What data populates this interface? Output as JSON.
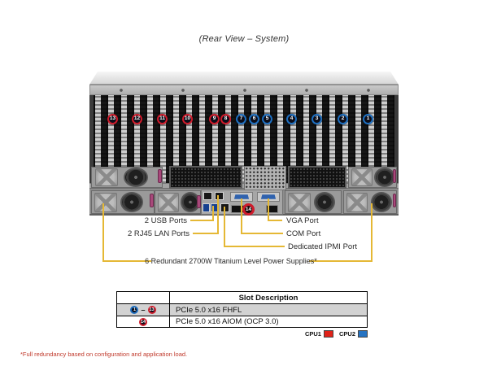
{
  "title": "(Rear View – System)",
  "colors": {
    "cpu1": "#d42a1e",
    "cpu2": "#2573c2",
    "callout": "#e5b835"
  },
  "slot_badges": [
    {
      "label": "13",
      "cpu": "cpu1"
    },
    {
      "label": "12",
      "cpu": "cpu1"
    },
    {
      "label": "11",
      "cpu": "cpu1"
    },
    {
      "label": "10",
      "cpu": "cpu1"
    },
    {
      "label": "9",
      "cpu": "cpu1"
    },
    {
      "label": "8",
      "cpu": "cpu1"
    },
    {
      "label": "7",
      "cpu": "cpu2"
    },
    {
      "label": "6",
      "cpu": "cpu2"
    },
    {
      "label": "5",
      "cpu": "cpu2"
    },
    {
      "label": "4",
      "cpu": "cpu2"
    },
    {
      "label": "3",
      "cpu": "cpu2"
    },
    {
      "label": "2",
      "cpu": "cpu2"
    },
    {
      "label": "1",
      "cpu": "cpu2"
    }
  ],
  "badge14": "14",
  "callouts": {
    "usb": "2 USB Ports",
    "lan": "2 RJ45 LAN Ports",
    "vga": "VGA Port",
    "com": "COM Port",
    "ipmi": "Dedicated IPMI Port",
    "psu": "6 Redundant 2700W Titanium Level Power Supplies*"
  },
  "table": {
    "header": "Slot Description",
    "row1": {
      "badge_from": "1",
      "dash": "–",
      "badge_to": "13",
      "desc": "PCIe 5.0 x16 FHFL"
    },
    "row2": {
      "badge": "14",
      "desc": "PCIe 5.0 x16 AIOM (OCP 3.0)"
    }
  },
  "legend": [
    {
      "label": "CPU1",
      "color": "#e02219"
    },
    {
      "label": "CPU2",
      "color": "#2573c2"
    }
  ],
  "footnote": "*Full redundancy based on configuration and application load."
}
